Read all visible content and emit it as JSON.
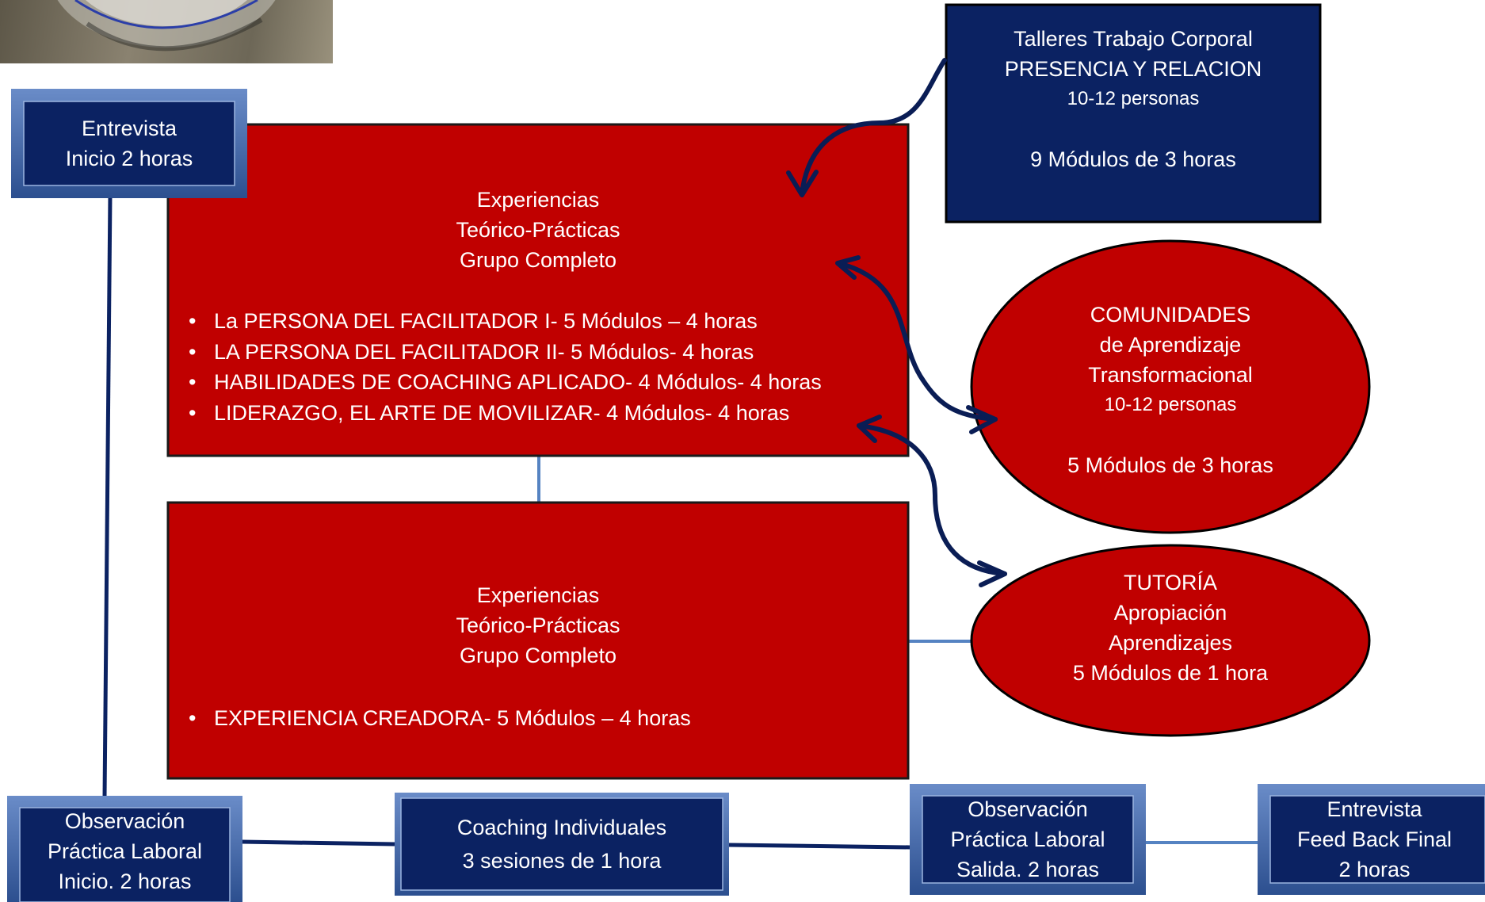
{
  "colors": {
    "navy": "#0b2262",
    "red": "#c00000",
    "arrow": "#0a1d55",
    "connector": "#5583c2"
  },
  "photo": {
    "icon": "image-thumbnail"
  },
  "entrevista_inicio": {
    "lines": [
      "Entrevista",
      "Inicio 2 horas"
    ]
  },
  "talleres": {
    "lines": [
      "Talleres Trabajo Corporal",
      "PRESENCIA Y RELACION",
      "10-12 personas",
      "",
      "9  Módulos de 3 horas"
    ]
  },
  "experiencias_1": {
    "heading": [
      "Experiencias",
      "Teórico-Prácticas",
      "Grupo Completo"
    ],
    "bullets": [
      "La PERSONA DEL FACILITADOR I- 5 Módulos – 4 horas",
      "LA PERSONA DEL FACILITADOR II- 5 Módulos- 4 horas",
      "HABILIDADES DE COACHING APLICADO- 4 Módulos- 4 horas",
      "LIDERAZGO, EL ARTE DE MOVILIZAR- 4 Módulos- 4 horas"
    ]
  },
  "comunidades": {
    "lines": [
      "COMUNIDADES",
      "de Aprendizaje",
      "Transformacional",
      "10-12 personas",
      "",
      "5 Módulos de 3 horas"
    ]
  },
  "experiencias_2": {
    "heading": [
      "Experiencias",
      "Teórico-Prácticas",
      "Grupo Completo"
    ],
    "bullets": [
      "EXPERIENCIA CREADORA- 5 Módulos – 4 horas"
    ]
  },
  "tutoria": {
    "lines": [
      "TUTORÍA",
      "Apropiación",
      "Aprendizajes",
      "5 Módulos de 1 hora"
    ]
  },
  "observacion_inicio": {
    "lines": [
      "Observación",
      "Práctica Laboral",
      "Inicio. 2 horas"
    ]
  },
  "coaching": {
    "lines": [
      "Coaching Individuales",
      "3 sesiones de 1 hora"
    ]
  },
  "observacion_salida": {
    "lines": [
      "Observación",
      "Práctica Laboral",
      "Salida. 2 horas"
    ]
  },
  "entrevista_final": {
    "lines": [
      "Entrevista",
      "Feed Back Final",
      "2 horas"
    ]
  }
}
